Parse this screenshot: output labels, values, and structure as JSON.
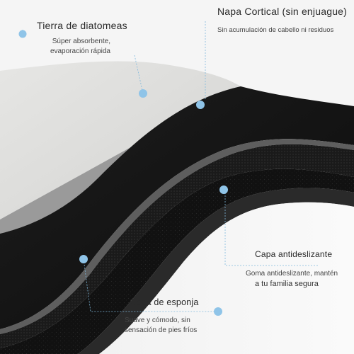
{
  "callouts": {
    "diatomaceous": {
      "title": "Tierra de diatomeas",
      "desc_line1": "Súper absorbente,",
      "desc_line2": "evaporación rápida"
    },
    "cortical": {
      "title": "Napa Cortical (sin enjuague)",
      "desc": "Sin acumulación de cabello ni residuos"
    },
    "antislip": {
      "title": "Capa antideslizante",
      "desc_line1": "Goma antideslizante, mantén",
      "desc_line2": "a tu familia segura"
    },
    "sponge": {
      "title": "Capa de esponja",
      "desc_line1": "Suave y cómodo, sin",
      "desc_line2": "sensación de pies fríos"
    }
  },
  "colors": {
    "marker": "#8fc4e8",
    "leader": "#7fb8dc",
    "stone_surface": "#dcdcda",
    "black_layer": "#141414"
  }
}
